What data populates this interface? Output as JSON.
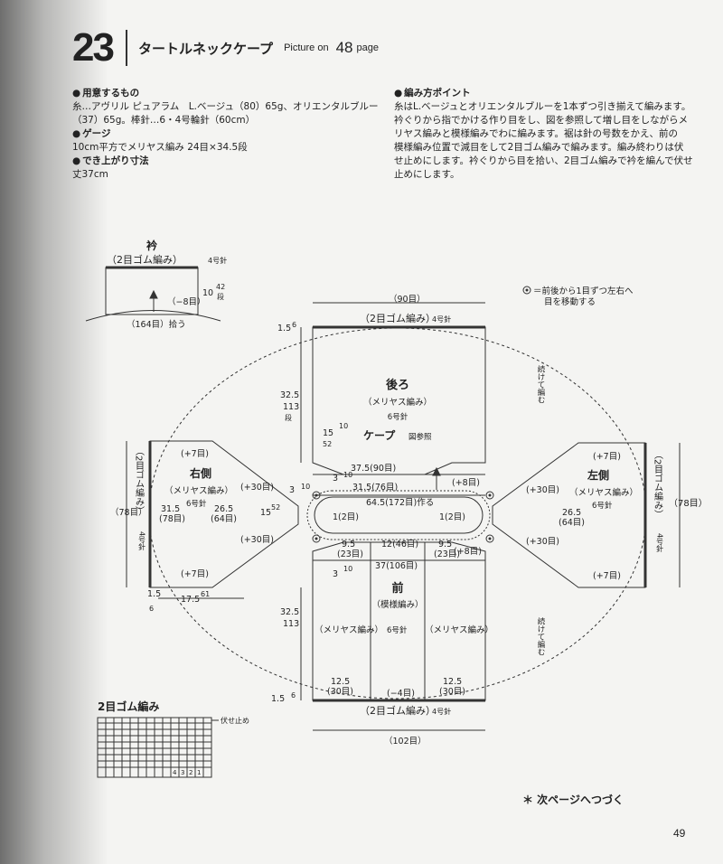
{
  "header": {
    "number": "23",
    "title": "タートルネックケープ",
    "picture_on": "Picture on",
    "picture_page": "48",
    "page_word": "page"
  },
  "materials": {
    "heading": "用意するもの",
    "line1": "糸…アヴリル ピュアラム　L.ベージュ（80）65g、オリエンタルブルー",
    "line2": "（37）65g。棒針…6・4号輪針（60cm）"
  },
  "gauge": {
    "heading": "ゲージ",
    "line1": "10cm平方でメリヤス編み 24目×34.5段"
  },
  "size": {
    "heading": "でき上がり寸法",
    "line1": "丈37cm"
  },
  "points": {
    "heading": "編み方ポイント",
    "line1": "糸はL.ベージュとオリエンタルブルーを1本ずつ引き揃えて編みます。",
    "line2": "衿ぐりから指でかける作り目をし、図を参照して増し目をしながらメ",
    "line3": "リヤス編みと模様編みでわに編みます。裾は針の号数をかえ、前の",
    "line4": "模様編み位置で減目をして2目ゴム編みで編みます。編み終わりは伏",
    "line5": "せ止めにします。衿ぐりから目を拾い、2目ゴム編みで衿を編んで伏せ",
    "line6": "止めにします。"
  },
  "collar": {
    "title": "衿",
    "rib": "（2目ゴム編み）",
    "needle": "4号針",
    "dec": "（−8目）",
    "cm": "10",
    "rows": "42",
    "rows_unit": "段",
    "pickup": "（164目）拾う"
  },
  "diagram": {
    "legend_symbol": "◎",
    "legend_line1": "＝前後から1目ずつ左右へ",
    "legend_line2": "目を移動する",
    "top_width": "（90目）",
    "rib_label": "（2目ゴム編み）",
    "needle4": "4号針",
    "back_title": "後ろ",
    "stockinette": "（メリヤス編み）",
    "needle6": "6号針",
    "cape": "ケープ",
    "cape_ref": "図参照",
    "cont_knit": "続けて編む",
    "front_title": "前",
    "pattern": "（模様編み）",
    "right_side": "右側",
    "left_side": "左側",
    "side_rib": "（2目ゴム編み）",
    "side_total": "（78目）",
    "m_1_5": "1.5",
    "m_6": "6",
    "dan": "段",
    "m_32_5": "32.5",
    "m_113": "113",
    "m_15": "15",
    "m_52": "52",
    "m_3": "3",
    "m_10": "10",
    "m_37_5": "37.5(90目)",
    "m_31_5_76": "31.5(76目)",
    "plus8": "(+8目)",
    "m_64_5": "64.5(172目)作る",
    "one_st": "1(2目)",
    "m_9_5": "9.5",
    "m_23": "(23目)",
    "m_12_46": "12(46目)",
    "m_37_106": "37(106目)",
    "plus7": "(+7目)",
    "plus30": "(+30目)",
    "m_31_5": "31.5",
    "m_78": "(78目)",
    "m_26_5": "26.5",
    "m_64": "(64目)",
    "m_17_5": "17.5",
    "m_61": "61",
    "m_12_5": "12.5",
    "m_30": "(30目)",
    "minus4": "(−4目)",
    "bottom_width": "（102目）"
  },
  "rib_chart": {
    "title": "2目ゴム編み",
    "bind_off": "伏せ止め",
    "nums": [
      "4",
      "3",
      "2",
      "1"
    ]
  },
  "footer": {
    "next": "＊ 次ページへつづく",
    "page": "49"
  }
}
